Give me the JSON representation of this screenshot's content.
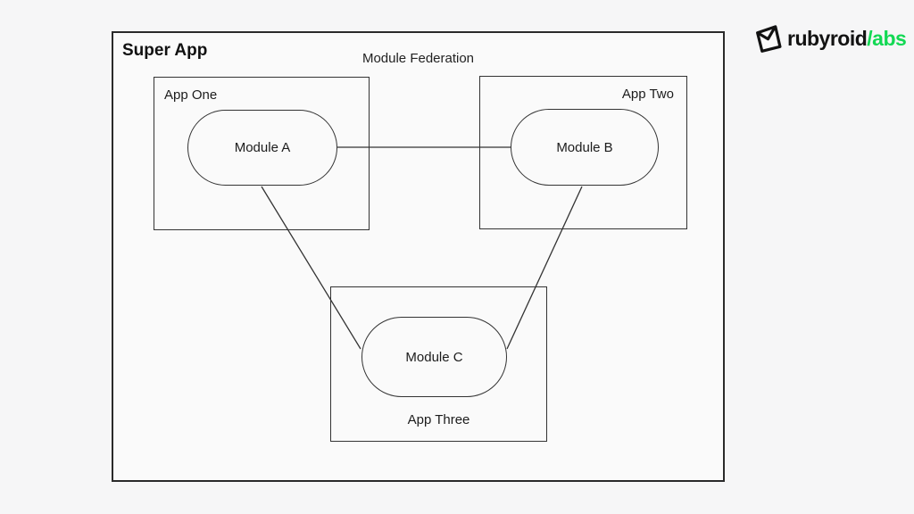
{
  "page": {
    "background": "#f6f6f7",
    "kind": "module-federation-architecture-diagram"
  },
  "logo": {
    "icon": "rubyroid-gem-icon",
    "text_primary": "rubyroid",
    "text_accent": "/abs",
    "text_color": "#121212",
    "accent_color": "#13d954"
  },
  "diagram": {
    "title": "Super App",
    "subtitle": "Module Federation",
    "apps": [
      {
        "label": "App One",
        "module": "Module A"
      },
      {
        "label": "App Two",
        "module": "Module B"
      },
      {
        "label": "App Three",
        "module": "Module C"
      }
    ],
    "connections": [
      {
        "from": "Module A",
        "to": "Module B"
      },
      {
        "from": "Module A",
        "to": "Module C"
      },
      {
        "from": "Module B",
        "to": "Module C"
      }
    ],
    "colors": {
      "stroke": "#333333",
      "text": "#1c1c1c",
      "box_fill": "#fafafa"
    }
  }
}
